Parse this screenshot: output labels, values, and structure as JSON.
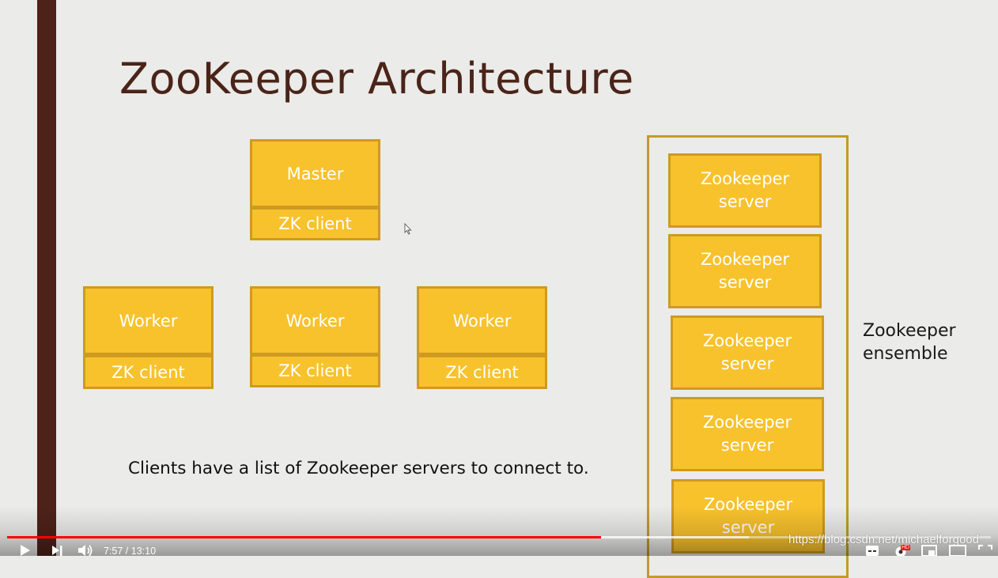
{
  "slide": {
    "title": "ZooKeeper Architecture",
    "master": {
      "label": "Master",
      "client": "ZK client"
    },
    "workers": [
      {
        "label": "Worker",
        "client": "ZK client"
      },
      {
        "label": "Worker",
        "client": "ZK client"
      },
      {
        "label": "Worker",
        "client": "ZK client"
      }
    ],
    "servers": [
      "Zookeeper\nserver",
      "Zookeeper\nserver",
      "Zookeeper\nserver",
      "Zookeeper\nserver",
      "Zookeeper\nserver"
    ],
    "ensemble_label": "Zookeeper\nensemble",
    "note": "Clients have a list of Zookeeper servers to connect to."
  },
  "player": {
    "time_display": "7:57 / 13:10",
    "progress_fraction": 0.604,
    "hd_badge": "HD",
    "icons": [
      "play-icon",
      "next-icon",
      "volume-icon",
      "subtitles-icon",
      "settings-icon",
      "miniplayer-icon",
      "theater-icon",
      "fullscreen-icon"
    ]
  },
  "watermark": "https://blog.csdn.net/michaelforgood",
  "colors": {
    "box_fill": "#f8c22d",
    "box_border": "#cf9a20",
    "title": "#4a2419",
    "accent_bar": "#4d2219",
    "progress": "#ff0000"
  }
}
